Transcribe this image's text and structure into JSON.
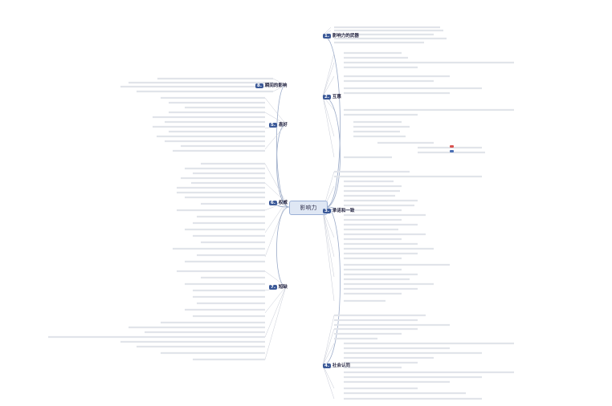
{
  "diagram": {
    "center": "影响力",
    "branches": {
      "b1": {
        "num": "1.",
        "label": "影响力的武器"
      },
      "b2": {
        "num": "2.",
        "label": "互惠"
      },
      "b3": {
        "num": "3.",
        "label": "承诺和一致"
      },
      "b4": {
        "num": "4.",
        "label": "社会认同"
      },
      "b5": {
        "num": "5.",
        "label": "喜好"
      },
      "b6": {
        "num": "6.",
        "label": "权威"
      },
      "b7": {
        "num": "7.",
        "label": "短缺"
      },
      "b8": {
        "num": "8.",
        "label": "瞬间的影响"
      }
    },
    "colors": {
      "branch_line": "#9aaac8",
      "node_line": "#c7cbd6",
      "center_fill": "#dfe7f4",
      "badge": "#3b5998",
      "tag_red": "#d9534f",
      "tag_blue": "#4a6fb5"
    }
  }
}
